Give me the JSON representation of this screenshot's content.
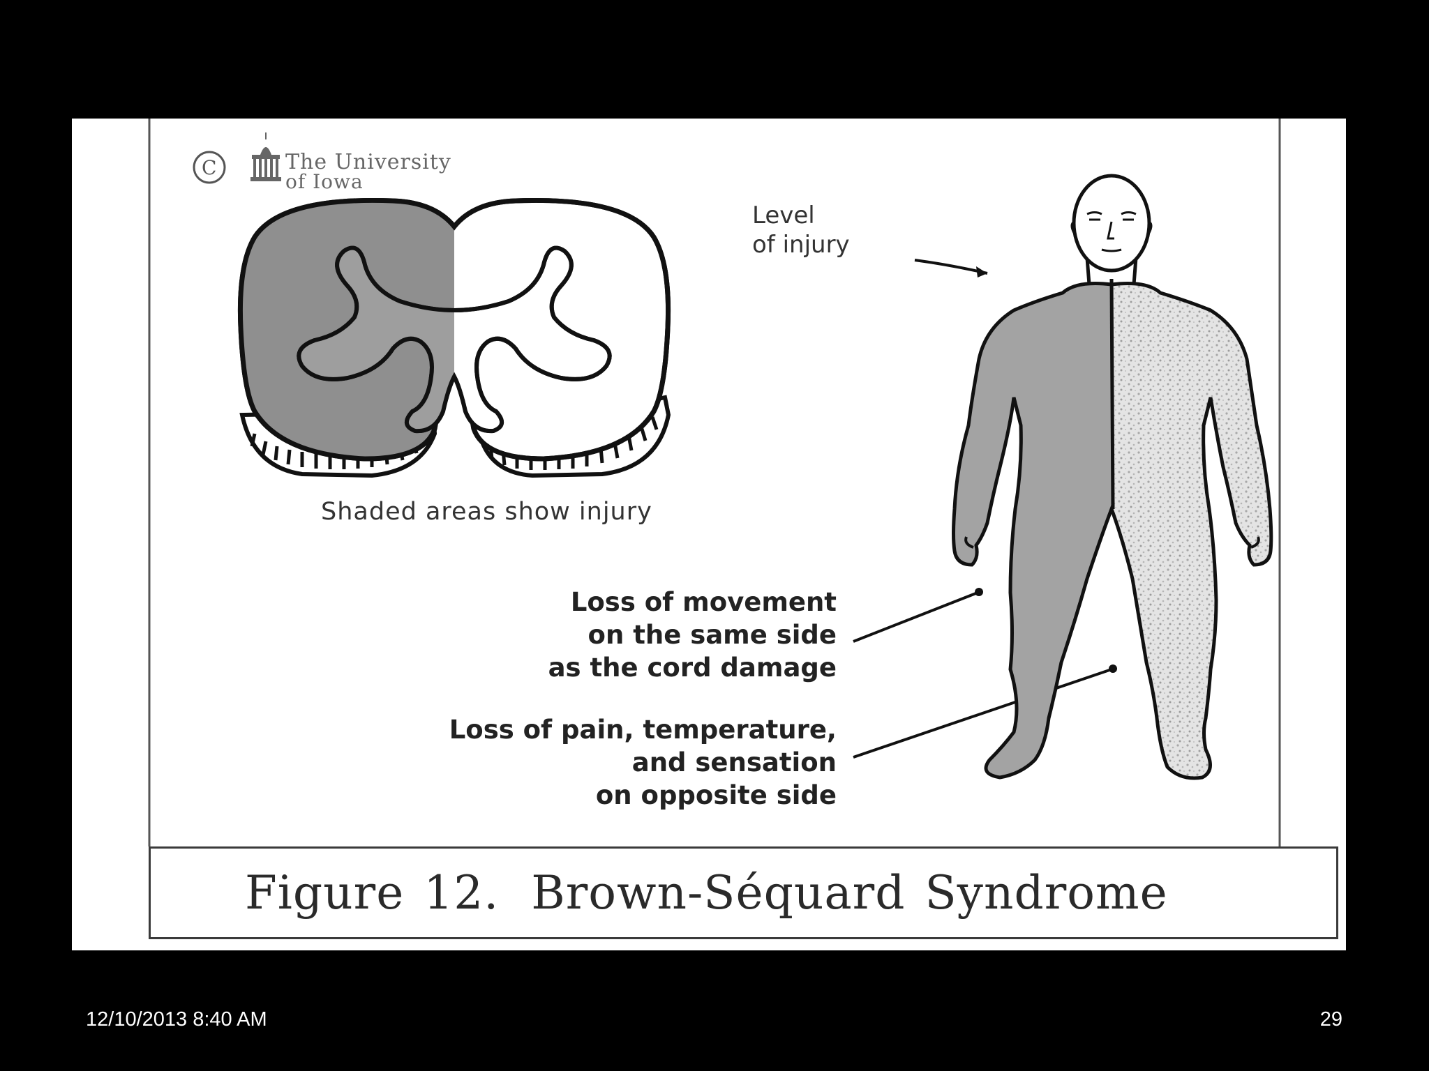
{
  "logo": {
    "copyright_symbol": "©",
    "line1": "The University",
    "line2": "of Iowa"
  },
  "diagram": {
    "cord_caption": "Shaded areas show injury",
    "level_label_line1": "Level",
    "level_label_line2": "of injury",
    "movement_line1": "Loss of movement",
    "movement_line2": "on the same side",
    "movement_line3": "as the cord damage",
    "pain_line1": "Loss of pain, temperature,",
    "pain_line2": "and sensation",
    "pain_line3": "on opposite side"
  },
  "caption": {
    "figure_number": "Figure 12.",
    "title": "Brown-Séquard Syndrome"
  },
  "footer": {
    "date": "12/10/2013 8:40 AM",
    "page_number": "29"
  },
  "colors": {
    "background": "#000000",
    "panel": "#ffffff",
    "injury_shade": "#9a9a9a",
    "sensation_stipple": "#d8d8d8",
    "outline": "#111111"
  }
}
